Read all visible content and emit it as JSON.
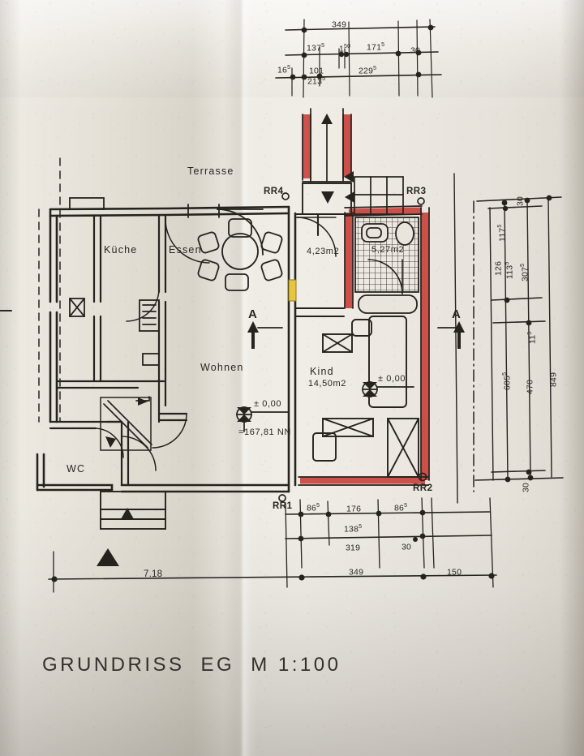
{
  "document": {
    "type": "architectural-floor-plan",
    "title_line": "GRUNDRISS   EG   M 1:100",
    "title_parts": {
      "drawing": "GRUNDRISS",
      "floor": "EG",
      "scale": "M 1:100"
    },
    "medium": "photograph of a folded paper blueprint print",
    "paper_color": "#e9e5dd",
    "ink_color": "#2a2622",
    "highlight_color": "#d4443a"
  },
  "rooms": [
    {
      "id": "terrasse",
      "label": "Terrasse",
      "area": ""
    },
    {
      "id": "kueche",
      "label": "Küche",
      "area": ""
    },
    {
      "id": "essen",
      "label": "Essen",
      "area": ""
    },
    {
      "id": "wohnen",
      "label": "Wohnen",
      "area": ""
    },
    {
      "id": "wc",
      "label": "WC",
      "area": ""
    },
    {
      "id": "kind",
      "label": "Kind",
      "area": "14,50m2"
    },
    {
      "id": "bad",
      "label": "",
      "area": "5,27m2"
    },
    {
      "id": "flur",
      "label": "",
      "area": "4,23m2"
    }
  ],
  "level_markers": [
    {
      "id": "level-main",
      "value": "± 0,00",
      "reference": "=167,81 NN"
    },
    {
      "id": "level-extension",
      "value": "± 0,00",
      "reference": ""
    }
  ],
  "section_markers": [
    {
      "id": "section-a-left",
      "label": "A"
    },
    {
      "id": "section-a-right",
      "label": "A"
    }
  ],
  "downpipes": [
    {
      "id": "rr1",
      "label": "RR1"
    },
    {
      "id": "rr2",
      "label": "RR2"
    },
    {
      "id": "rr3",
      "label": "RR3"
    },
    {
      "id": "rr4",
      "label": "RR4"
    }
  ],
  "dimensions": {
    "top": [
      {
        "id": "t-overall",
        "value": "349",
        "sup": ""
      },
      {
        "id": "t-a",
        "value": "137",
        "sup": "5"
      },
      {
        "id": "t-b",
        "value": "1",
        "sup": "50"
      },
      {
        "id": "t-c",
        "value": "171",
        "sup": "5"
      },
      {
        "id": "t-d",
        "value": "30",
        "sup": ""
      },
      {
        "id": "t-e",
        "value": "16",
        "sup": "5"
      },
      {
        "id": "t-f",
        "value": "101",
        "sup": ""
      },
      {
        "id": "t-g",
        "value": "213",
        "sup": "5"
      },
      {
        "id": "t-h",
        "value": "229",
        "sup": "5"
      }
    ],
    "right": [
      {
        "id": "r-a",
        "value": "30",
        "sup": ""
      },
      {
        "id": "r-b",
        "value": "117",
        "sup": "5"
      },
      {
        "id": "r-c",
        "value": "126",
        "sup": ""
      },
      {
        "id": "r-d",
        "value": "113",
        "sup": "5"
      },
      {
        "id": "r-e",
        "value": "307",
        "sup": "5"
      },
      {
        "id": "r-f",
        "value": "11",
        "sup": "5"
      },
      {
        "id": "r-g",
        "value": "605",
        "sup": "5"
      },
      {
        "id": "r-h",
        "value": "470",
        "sup": ""
      },
      {
        "id": "r-i",
        "value": "849",
        "sup": ""
      },
      {
        "id": "r-j",
        "value": "30",
        "sup": ""
      }
    ],
    "bottom": [
      {
        "id": "b-a",
        "value": "86",
        "sup": "5"
      },
      {
        "id": "b-b",
        "value": "176",
        "sup": ""
      },
      {
        "id": "b-c",
        "value": "86",
        "sup": "5"
      },
      {
        "id": "b-d",
        "value": "138",
        "sup": "5"
      },
      {
        "id": "b-e",
        "value": "319",
        "sup": ""
      },
      {
        "id": "b-f",
        "value": "30",
        "sup": ""
      },
      {
        "id": "b-g",
        "value": "349",
        "sup": ""
      },
      {
        "id": "b-h",
        "value": "150",
        "sup": ""
      },
      {
        "id": "b-i",
        "value": "7.18",
        "sup": ""
      }
    ]
  }
}
